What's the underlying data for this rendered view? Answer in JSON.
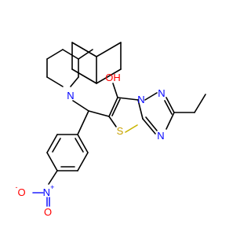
{
  "atoms": {
    "hydroxyl": {
      "text": "OH",
      "color": "#ff0000"
    },
    "piperidine_n": {
      "text": "N",
      "color": "#0000ff"
    },
    "ring_n_bridge": {
      "text": "N",
      "color": "#0000ff"
    },
    "ring_n_top": {
      "text": "N",
      "color": "#0000ff"
    },
    "ring_n_bottom": {
      "text": "N",
      "color": "#0000ff"
    },
    "sulfur": {
      "text": "S",
      "color": "#c8a000"
    },
    "nitro_n": {
      "text": "N",
      "charge": "+",
      "color": "#0000ff"
    },
    "nitro_o_left": {
      "text": "O",
      "charge": "-",
      "color": "#ff0000"
    },
    "nitro_o_bottom": {
      "text": "O",
      "color": "#ff0000"
    }
  }
}
